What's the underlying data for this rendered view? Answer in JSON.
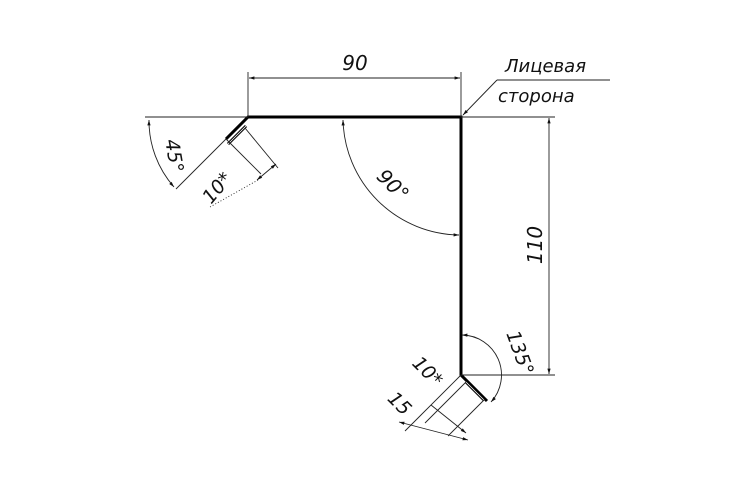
{
  "drawing": {
    "dimensions": {
      "top_width": "90",
      "height": "110",
      "angle_top": "90°",
      "angle_left": "45°",
      "angle_bottom": "135°",
      "hem_left": "10*",
      "hem_bottom": "10*",
      "hem_bottom_offset": "15"
    },
    "leader_label": {
      "line1": "Лицевая",
      "line2": "сторона"
    },
    "colors": {
      "line": "#000000",
      "background": "#ffffff"
    }
  }
}
